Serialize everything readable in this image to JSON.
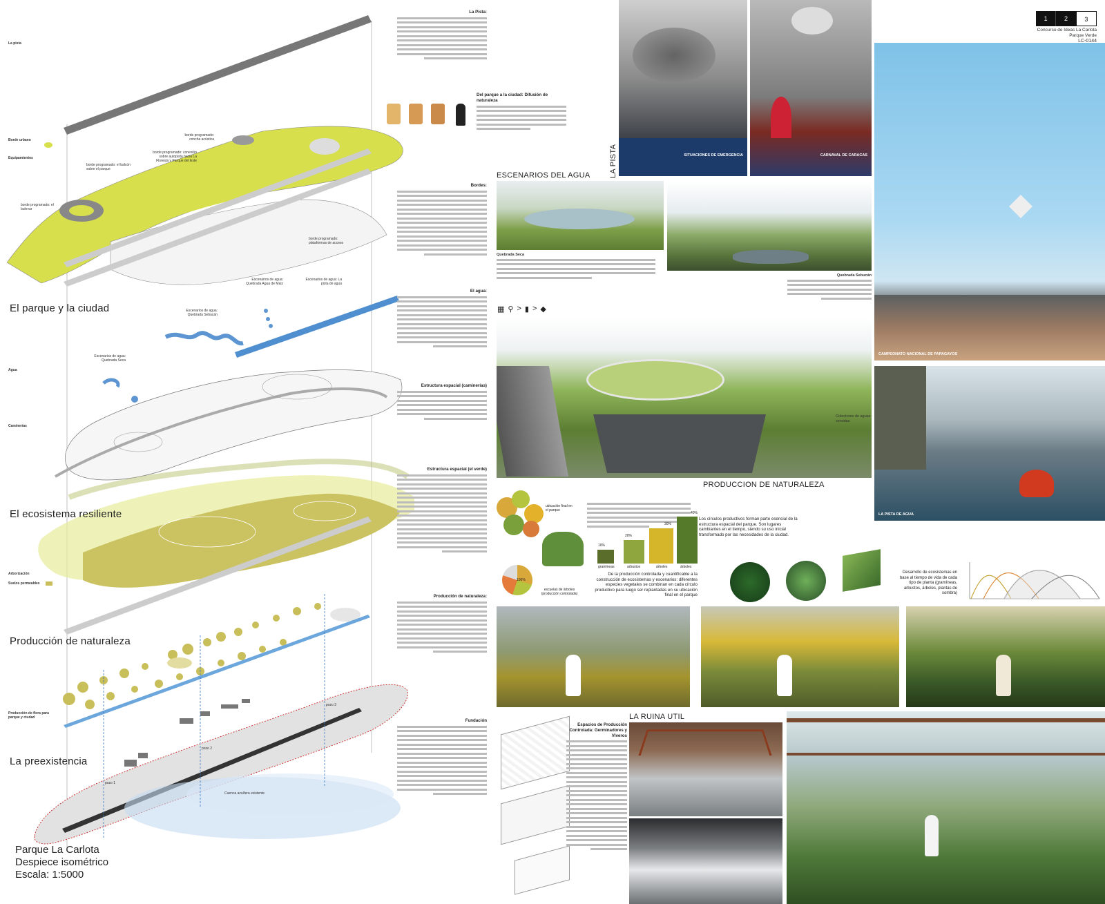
{
  "board": {
    "title": "Parque La Carlota",
    "subtitle": "Despiece isométrico",
    "scale": "Escala: 1:5000",
    "pages": [
      "1",
      "2",
      "3"
    ],
    "active_page": "3",
    "competition": "Concurso de Ideas La Carlota",
    "competition_sub": "Parque Verde",
    "code": "LC-0144"
  },
  "layers": {
    "parque_ciudad": "El parque y la ciudad",
    "ecosistema": "El ecosistema resiliente",
    "produccion": "Producción de naturaleza",
    "preexistencia": "La preexistencia"
  },
  "legend": {
    "pista": "La pista",
    "borde_urbano": "Borde urbano",
    "equipamientos": "Equipamientos",
    "agua": "Agua",
    "caminerias": "Caminerías",
    "arborizacion": "Arborización",
    "suelos": "Suelos permeables",
    "flora": "Producción de flora para parque y ciudad",
    "pozo1": "pozo 1",
    "pozo2": "pozo 2",
    "pozo3": "pozo 3"
  },
  "map_labels": {
    "concha": "borde programado: concha acústica",
    "autopista": "borde programado: conexión sobre autopista hacia La Floresta y Parque del Este",
    "boulevard": "borde programado: el bulevar",
    "balcon": "borde programado: el balcón sobre el parque",
    "plataformas": "borde programado: plataformas de acceso",
    "agua_moj": "Escenarios de agua: Quebrada Agua de Maiz",
    "pista_agua": "Escenarios de agua: La pista de agua",
    "sebucan": "Escenarios de agua: Quebrada Sebucán",
    "seca": "Escenarios de agua: Quebrada Seca",
    "acuifero": "Cuenca acuífera existente"
  },
  "paragraphs": {
    "pista_t": "La Pista:",
    "bordes_t": "Bordes:",
    "agua_t": "El agua:",
    "estructura_t": "Estructura espacial (caminerías)",
    "verde_t": "Estructura espacial (el verde)",
    "produccion_t": "Producción de naturaleza:",
    "fundacion_t": "Fundación",
    "difusion_t": "Del parque a la ciudad: Difusión de naturaleza"
  },
  "sections": {
    "escenarios": "ESCENARIOS DEL AGUA",
    "la_pista": "LA PISTA",
    "produccion": "PRODUCCION DE NATURALEZA",
    "ruina": "LA RUINA UTIL"
  },
  "captions": {
    "quebrada_seca": "Quebrada Seca",
    "quebrada_sebucan": "Quebrada Sebucán",
    "colectores": "Colectores de aguas servidas",
    "carnaval": "CARNAVAL DE CARACAS",
    "emergencia": "SITUACIONES DE EMERGENCIA",
    "papagayo": "CAMPEONATO NACIONAL DE PAPAGAYOS",
    "pista_agua": "LA PISTA DE AGUA",
    "ubicacion": "ubicación final en el parque",
    "escuelas": "escuelas de árboles (producción controlada)",
    "gramineas": "gramíneas",
    "arbustos": "arbustos",
    "arboles1": "árboles",
    "arboles2": "árboles",
    "p10": "10%",
    "p20": "20%",
    "p30": "30%",
    "p40": "40%",
    "p100": "100%",
    "desarrollo": "Desarrollo de ecosistemas en base al tiempo de vida de cada tipo de planta (gramíneas, arbustos, árboles, plantas de sombra)",
    "circulos": "Los círculos productivos forman parte esencial de la estructura espacial del parque. Son lugares cambiantes en el tiempo, siendo su uso inicial transformado por las necesidades de la ciudad.",
    "produccion_controlada": "De la producción controlada y cuantificable a la construcción de ecosistemas y escenarios: diferentes especies vegetales se combinan en cada círculo productivo para luego ser replantadas en su ubicación final en el parque",
    "espacios": "Espacios de Producción Controlada: Germinadores y Viveros"
  },
  "colors": {
    "lime": "#d6e04a",
    "olive": "#c9bf5a",
    "water": "#4f8fd0",
    "dark": "#555555"
  }
}
